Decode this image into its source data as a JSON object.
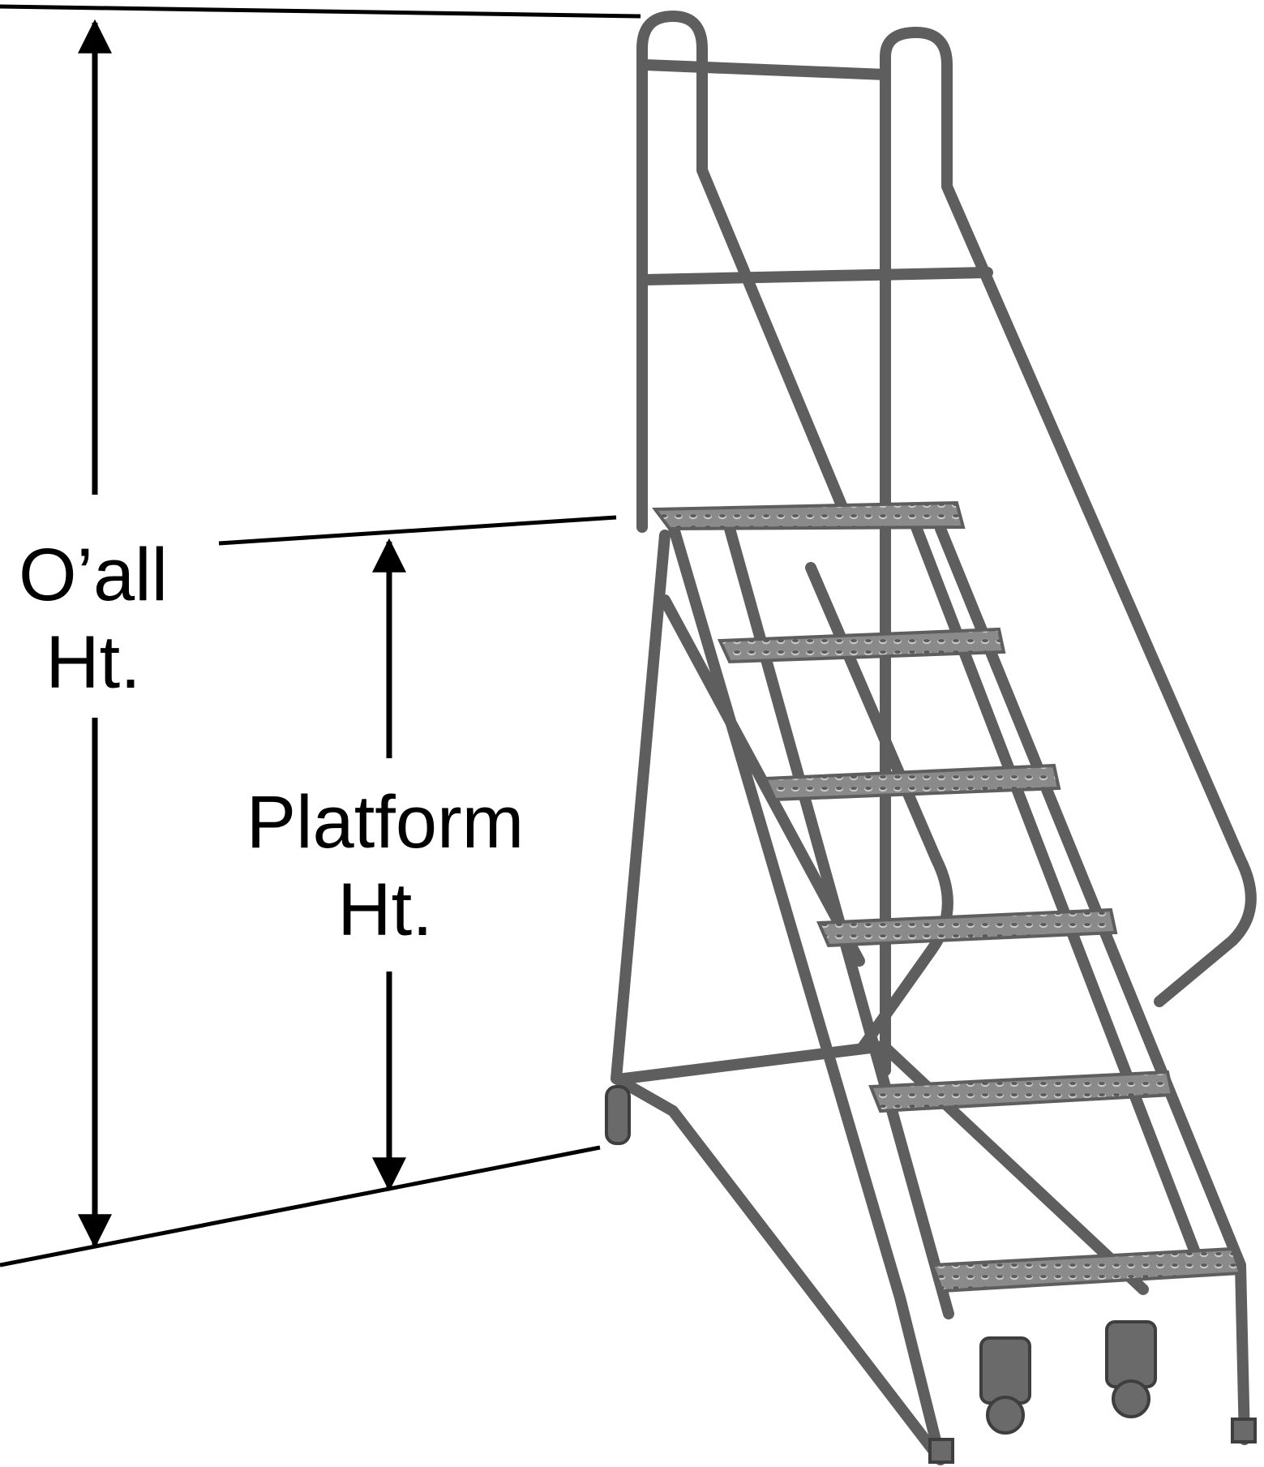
{
  "labels": {
    "overall_height": [
      "O’all",
      "Ht."
    ],
    "platform_height": [
      "Platform",
      "Ht."
    ]
  },
  "colors": {
    "line": "#000000",
    "frame": "#5e5e5e",
    "frame_fill": "#8c8c8c",
    "tread": "#7a7a7a",
    "background": "#ffffff"
  },
  "icons": {
    "arrow": "dimension-arrow-icon",
    "ladder": "rolling-ladder-icon"
  }
}
